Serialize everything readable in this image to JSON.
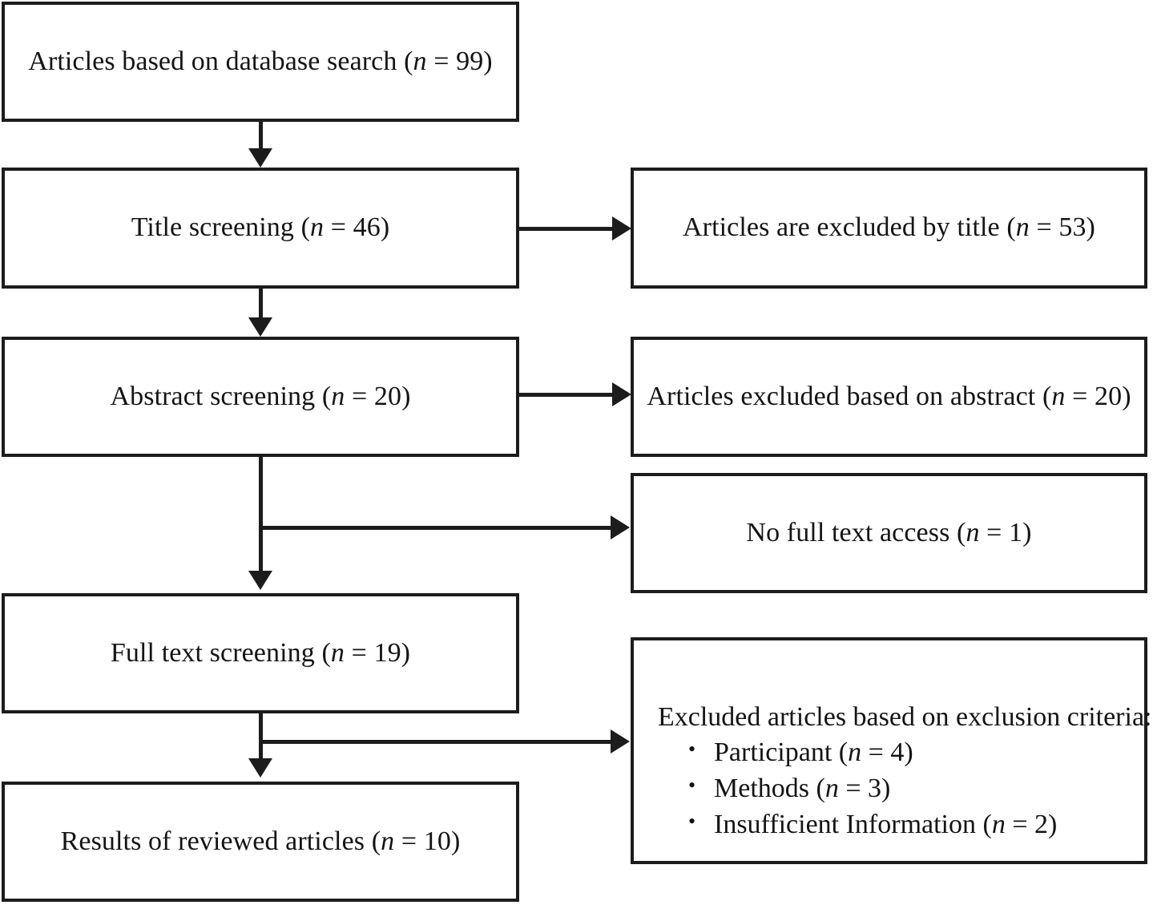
{
  "diagram": {
    "type": "prisma-flow-diagram",
    "title": "Article selection flow",
    "colors": {
      "stroke": "#1c1c1c",
      "text": "#141414",
      "background": "#ffffff"
    }
  },
  "boxes": {
    "database_search": {
      "text_prefix": "Articles based on database search (",
      "n_symbol": "n",
      "text_middle": " = ",
      "count": "99",
      "text_suffix": ")",
      "full_text": "Articles based on database search (n = 99)"
    },
    "title_screening": {
      "text_prefix": "Title screening (",
      "n_symbol": "n",
      "text_middle": " = ",
      "count": "46",
      "text_suffix": ")",
      "full_text": "Title screening (n = 46)"
    },
    "excluded_by_title": {
      "text_prefix": "Articles are excluded by title (",
      "n_symbol": "n",
      "text_middle": " = ",
      "count": "53",
      "text_suffix": ")",
      "full_text": "Articles are excluded by title (n = 53)"
    },
    "abstract_screening": {
      "text_prefix": "Abstract screening (",
      "n_symbol": "n",
      "text_middle": " = ",
      "count": "20",
      "text_suffix": ")",
      "full_text": "Abstract screening (n = 20)"
    },
    "excluded_by_abstract": {
      "text_prefix": "Articles excluded based on abstract (",
      "n_symbol": "n",
      "text_middle": " = ",
      "count": "20",
      "text_suffix": ")",
      "full_text": "Articles excluded based on abstract (n = 20)"
    },
    "no_full_text_access": {
      "text_prefix": "No full text access (",
      "n_symbol": "n",
      "text_middle": " = ",
      "count": "1",
      "text_suffix": ")",
      "full_text": "No full text access (n = 1)"
    },
    "full_text_screening": {
      "text_prefix": "Full text screening (",
      "n_symbol": "n",
      "text_middle": " = ",
      "count": "19",
      "text_suffix": ")",
      "full_text": "Full text screening (n = 19)"
    },
    "excluded_by_criteria": {
      "heading": "Excluded articles based on exclusion criteria:",
      "bullet_glyph": "•",
      "items": [
        {
          "label": "Participant (",
          "n_symbol": "n",
          "text_middle": " = ",
          "count": "4",
          "text_suffix": ")",
          "full_text": "Participant (n = 4)"
        },
        {
          "label": "Methods (",
          "n_symbol": "n",
          "text_middle": " = ",
          "count": "3",
          "text_suffix": ")",
          "full_text": "Methods (n = 3)"
        },
        {
          "label": "Insufficient Information (",
          "n_symbol": "n",
          "text_middle": " = ",
          "count": "2",
          "text_suffix": ")",
          "full_text": "Insufficient Information (n = 2)"
        }
      ]
    },
    "results": {
      "text_prefix": "Results of reviewed articles (",
      "n_symbol": "n",
      "text_middle": " = ",
      "count": "10",
      "text_suffix": ")",
      "full_text": "Results of reviewed articles (n = 10)"
    }
  },
  "flow": {
    "edges": [
      {
        "from": "database_search",
        "to": "title_screening",
        "direction": "down"
      },
      {
        "from": "title_screening",
        "to": "excluded_by_title",
        "direction": "right"
      },
      {
        "from": "title_screening",
        "to": "abstract_screening",
        "direction": "down"
      },
      {
        "from": "abstract_screening",
        "to": "excluded_by_abstract",
        "direction": "right"
      },
      {
        "from": "abstract_screening",
        "to": "no_full_text_access",
        "direction": "right"
      },
      {
        "from": "abstract_screening",
        "to": "full_text_screening",
        "direction": "down"
      },
      {
        "from": "full_text_screening",
        "to": "excluded_by_criteria",
        "direction": "right"
      },
      {
        "from": "full_text_screening",
        "to": "results",
        "direction": "down"
      }
    ]
  }
}
